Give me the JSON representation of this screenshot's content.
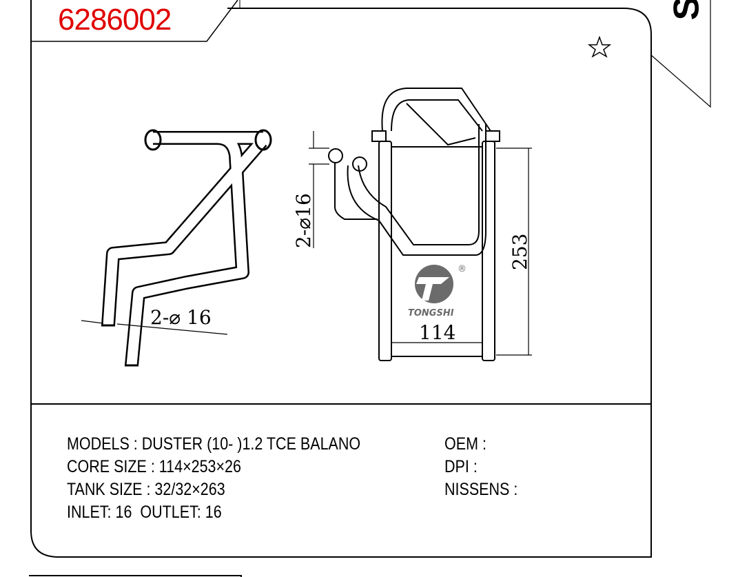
{
  "header": {
    "part_number": "6286002",
    "side_letter": "S",
    "favorite_icon": "star-icon"
  },
  "drawing": {
    "left_view_dimension": "2-⌀ 16",
    "right_view_pipe_dimension": "2-⌀16",
    "height_dimension": "253",
    "width_dimension": "114",
    "logo_text": "TONGSHI",
    "logo_registered": "®"
  },
  "specs": {
    "models": "MODELS : DUSTER (10- )1.2 TCE BALANO",
    "core_size": "CORE SIZE : 114×253×26",
    "tank_size": "TANK SIZE : 32/32×263",
    "inlet_outlet": "INLET: 16  OUTLET: 16"
  },
  "references": {
    "oem": "OEM :",
    "dpi": "DPI :",
    "nissens": "NISSENS :"
  }
}
